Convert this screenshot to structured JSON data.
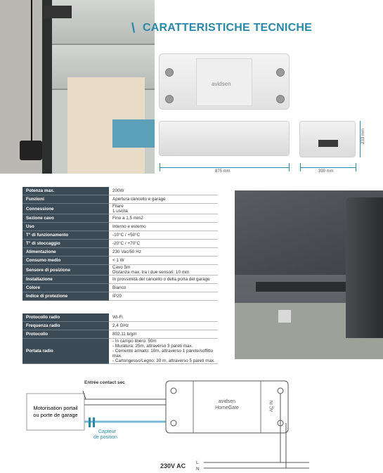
{
  "heading": {
    "slash": "\\",
    "title": "CARATTERISTICHE TECNICHE"
  },
  "product": {
    "brand": "avidsen",
    "dimensions": {
      "length": "875 mm",
      "width": "390 mm",
      "height": "233 mm"
    }
  },
  "spec_table_1": [
    {
      "key": "Potenza max.",
      "value": [
        "200W"
      ]
    },
    {
      "key": "Funzioni",
      "value": [
        "Apertura cancello e garage"
      ]
    },
    {
      "key": "Connessione",
      "value": [
        "Filare",
        "1 uscita"
      ]
    },
    {
      "key": "Sezione cavo",
      "value": [
        "Fino a 1,5 mm2"
      ]
    },
    {
      "key": "Uso",
      "value": [
        "Interno e esterno"
      ]
    },
    {
      "key": "T° di funzionamento",
      "value": [
        "-10°C / +50°C"
      ]
    },
    {
      "key": "T° di stoccaggio",
      "value": [
        "-20°C / +70°C"
      ]
    },
    {
      "key": "Alimentazione",
      "value": [
        "230 Vac/50 Hz"
      ]
    },
    {
      "key": "Consumo medio",
      "value": [
        "< 1 W"
      ]
    },
    {
      "key": "Sensore di posizione",
      "value": [
        "Cavo 5m",
        "Distanza max. tra i due sensori: 10 mm"
      ]
    },
    {
      "key": "Installazione",
      "value": [
        "In prossimità del cancello o della porta del garage"
      ]
    },
    {
      "key": "Colore",
      "value": [
        "Bianco"
      ]
    },
    {
      "key": "Indice di protezione",
      "value": [
        "IP20"
      ]
    }
  ],
  "spec_table_2": [
    {
      "key": "Protocollo radio",
      "value": [
        "Wi-Fi"
      ]
    },
    {
      "key": "Frequenza radio",
      "value": [
        "2,4 GHz"
      ]
    },
    {
      "key": "Protocollo",
      "value": [
        "802.11 b/g/n"
      ]
    },
    {
      "key": "Portata radio",
      "value": [
        "- In campo libero: 50m",
        "- Muratura: 25m, attraverso 3 pareti max.",
        "- Cemento armato: 10m, attraverso 1 parete/soffitto max.",
        "- Cartongesso/Legno: 30 m, attraverso 5 pareti max."
      ]
    }
  ],
  "wiring": {
    "contact_label": "Entrée contact sec",
    "motor_label_1": "Motorisation portail",
    "motor_label_2": "ou porte de garage",
    "sensor_label_1": "Capteur",
    "sensor_label_2": "de position",
    "device_label_1": "avidsen",
    "device_label_2": "HomeGate",
    "ac_in": "AC IN",
    "mains": "230V AC",
    "l": "L",
    "n": "N"
  },
  "colors": {
    "accent": "#2a89a8",
    "table_key_bg": "#3b4a55"
  }
}
